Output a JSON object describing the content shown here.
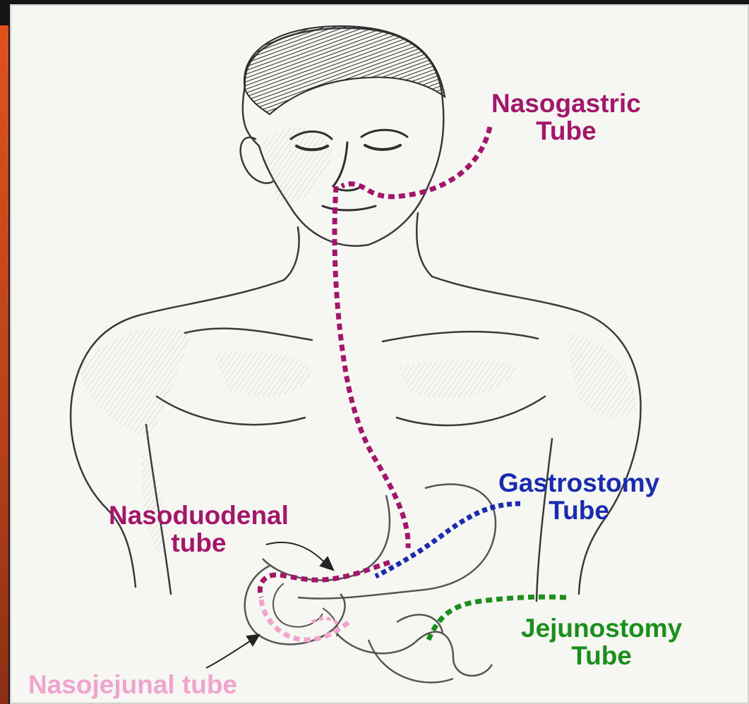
{
  "labels": {
    "nasogastric": {
      "line1": "Nasogastric",
      "line2": "Tube"
    },
    "gastrostomy": {
      "line1": "Gastrostomy",
      "line2": "Tube"
    },
    "nasoduodenal": {
      "line1": "Nasoduodenal",
      "line2": "tube"
    },
    "jejunostomy": {
      "line1": "Jejunostomy",
      "line2": "Tube"
    },
    "nasojejunal": {
      "line1": "Nasojejunal tube"
    }
  },
  "colors": {
    "nasogastric": "#a3166b",
    "gastrostomy": "#1a2bb0",
    "nasoduodenal": "#a3166b",
    "jejunostomy": "#1b8f1b",
    "nasojejunal": "#f0a4cf",
    "sketch": "#3a3a3a",
    "background": "#f6f7f2"
  },
  "icons": [
    "torso-sketch",
    "stomach-outline",
    "duodenum-outline",
    "intestine-outline",
    "pointer-arrow"
  ]
}
